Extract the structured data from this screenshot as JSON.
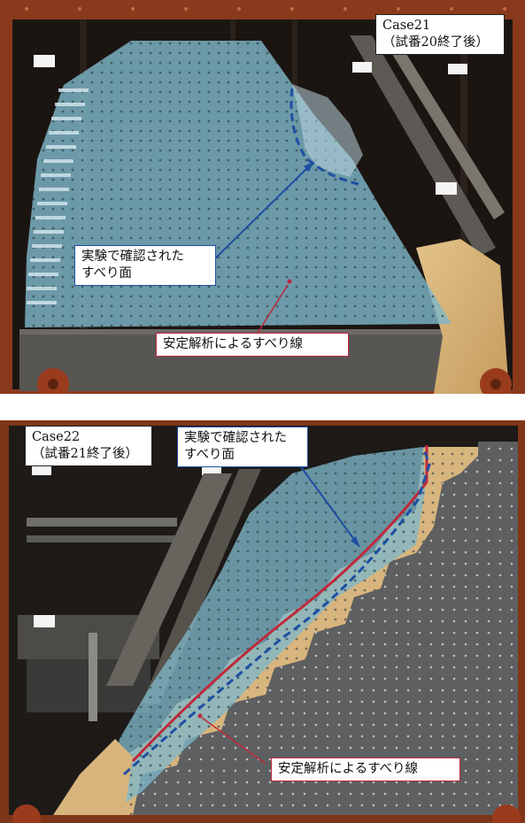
{
  "panels": [
    {
      "case_label": [
        "Case21",
        "（試番20終了後）"
      ],
      "slip_surface_label": [
        "実験で確認された",
        "すべり面"
      ],
      "analysis_line_label": "安定解析によるすべり線"
    },
    {
      "case_label": [
        "Case22",
        "（試番21終了後）"
      ],
      "slip_surface_label": [
        "実験で確認された",
        "すべり面"
      ],
      "analysis_line_label": "安定解析によるすべり線"
    }
  ],
  "colors": {
    "frame": "#8a3a1c",
    "slope_overlay": "#7fb7c9",
    "sand": "#d8b57e",
    "blue_line": "#1f4ea3",
    "red_line": "#c0283a"
  }
}
